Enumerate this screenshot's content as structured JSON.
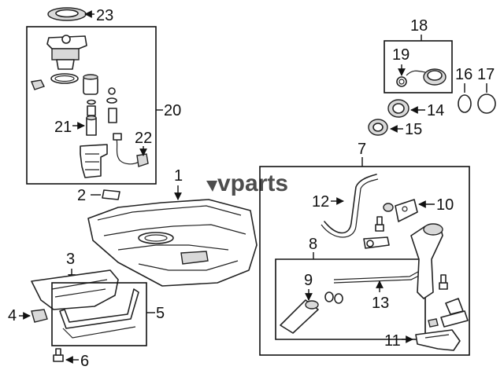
{
  "watermark": "vparts",
  "callouts": {
    "c1": "1",
    "c2": "2",
    "c3": "3",
    "c4": "4",
    "c5": "5",
    "c6": "6",
    "c7": "7",
    "c8": "8",
    "c9": "9",
    "c10": "10",
    "c11": "11",
    "c12": "12",
    "c13": "13",
    "c14": "14",
    "c15": "15",
    "c16": "16",
    "c17": "17",
    "c18": "18",
    "c19": "19",
    "c20": "20",
    "c21": "21",
    "c22": "22",
    "c23": "23"
  },
  "colors": {
    "line": "#222222",
    "watermark": "#4d4d4d",
    "background": "#ffffff"
  }
}
